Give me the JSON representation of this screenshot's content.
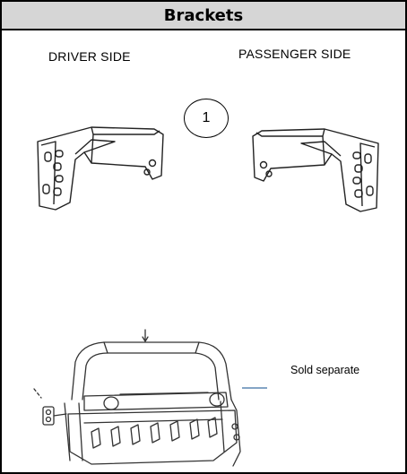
{
  "header": {
    "title": "Brackets"
  },
  "labels": {
    "driver_side": "DRIVER SIDE",
    "passenger_side": "PASSENGER SIDE"
  },
  "callout": {
    "number": "1"
  },
  "note": {
    "text": "Sold separate"
  },
  "icons": [
    "driver-bracket-icon",
    "passenger-bracket-icon",
    "bull-bar-icon"
  ],
  "colors": {
    "header_bg": "#d6d6d6",
    "note_line": "#3a6ea5"
  }
}
